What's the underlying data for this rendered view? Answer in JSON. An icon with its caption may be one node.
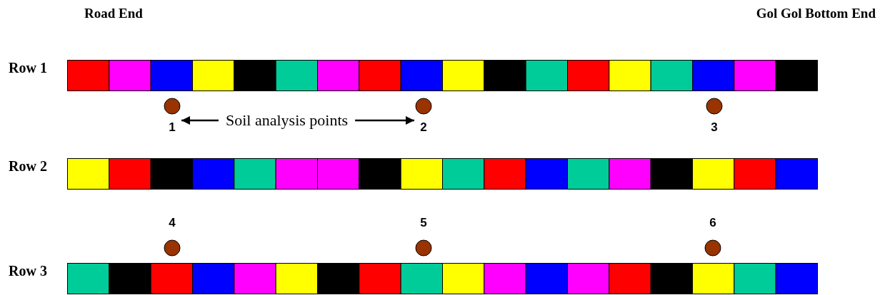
{
  "diagram": {
    "nodes": [
      {
        "text": [
          "Row 1"
        ]
      },
      {
        "text": [
          "Row 2"
        ]
      },
      {
        "text": [
          "Row 3"
        ]
      },
      {
        "text": [],
        "shape": "circle",
        "beside": [
          "1"
        ]
      },
      {
        "text": [],
        "shape": "circle",
        "beside": [
          "2"
        ]
      },
      {
        "text": [],
        "shape": "circle",
        "beside": [
          "3"
        ]
      },
      {
        "text": [],
        "shape": "circle",
        "beside": [
          "4"
        ]
      },
      {
        "text": [],
        "shape": "circle",
        "beside": [
          "5"
        ]
      },
      {
        "text": [],
        "shape": "circle",
        "beside": [
          "6"
        ]
      },
      {
        "text": [
          "Soil analysis points"
        ]
      }
    ],
    "edges": [
      {
        "from": 9,
        "to": 3,
        "arrow": "to"
      },
      {
        "from": 9,
        "to": 4,
        "arrow": "to"
      }
    ],
    "labels": [
      "Road End",
      "Gol Gol Bottom End"
    ]
  }
}
